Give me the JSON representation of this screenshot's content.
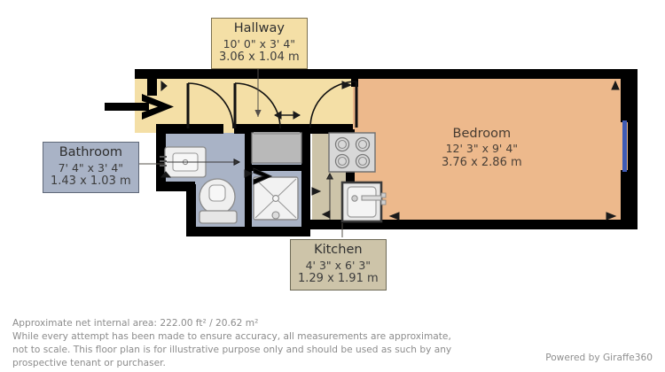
{
  "plan": {
    "rooms": [
      {
        "key": "hallway",
        "name": "Hallway",
        "imperial": "10' 0\" x 3' 4\"",
        "metric": "3.06 x 1.04 m",
        "floor_color": "#f4dfa6",
        "label_bg": "#f4dfa6"
      },
      {
        "key": "bathroom",
        "name": "Bathroom",
        "imperial": "7' 4\" x 3' 4\"",
        "metric": "1.43 x 1.03 m",
        "floor_color": "#a9b3c6",
        "label_bg": "#a9b3c6"
      },
      {
        "key": "kitchen",
        "name": "Kitchen",
        "imperial": "4' 3\" x 6' 3\"",
        "metric": "1.29 x 1.91 m",
        "floor_color": "#cdc4a9",
        "label_bg": "#cdc4a9"
      },
      {
        "key": "bedroom",
        "name": "Bedroom",
        "imperial": "12' 3\" x 9' 4\"",
        "metric": "3.76 x 2.86 m",
        "floor_color": "#edb98c",
        "label_bg": "#edb98c"
      }
    ],
    "colors": {
      "wall": "#000000",
      "window": "#3f5bb5",
      "fixture_fill": "#eeeeee",
      "fixture_stroke": "#8a8a8a",
      "cupboard_fill": "#b9b9b9",
      "hob_fill": "#d8d8d8",
      "leader_line": "#55504a"
    },
    "fixtures": [
      "sink-fixture",
      "toilet-fixture",
      "shower-tray-fixture",
      "hob-fixture",
      "appliance-fixture",
      "cupboard-fixture"
    ],
    "entrance_marker": "entrance-arrow"
  },
  "footer": {
    "line1": "Approximate net internal area: 222.00 ft² / 20.62 m²",
    "line2": "While every attempt has been made to ensure accuracy, all measurements are approximate,",
    "line3": "not to scale. This floor plan is for illustrative purpose only and should be used as such by any",
    "line4": "prospective tenant or purchaser."
  },
  "powered_by": "Powered by Giraffe360"
}
